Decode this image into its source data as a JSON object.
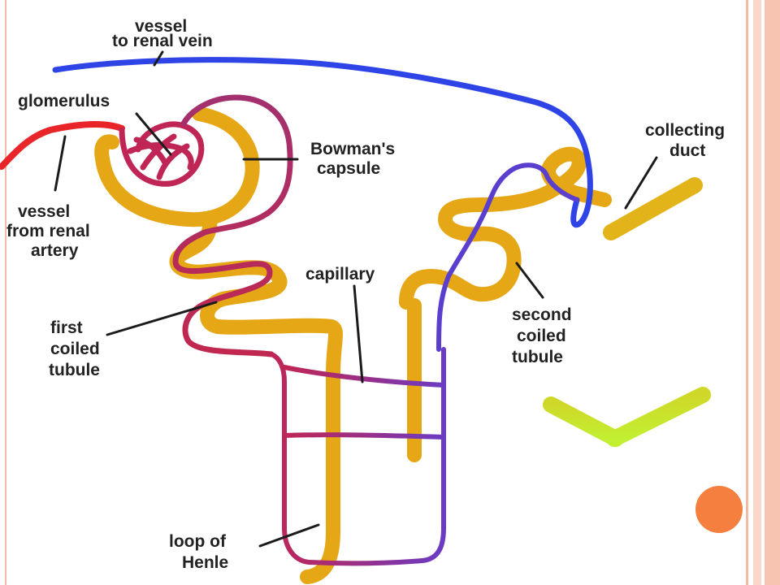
{
  "labels": {
    "vessel_to_renal_vein": [
      "vessel",
      "to renal vein"
    ],
    "glomerulus": "glomerulus",
    "bowmans_capsule": [
      "Bowman's",
      "capsule"
    ],
    "vessel_from_renal_artery": [
      "vessel",
      "from renal",
      "artery"
    ],
    "capillary": "capillary",
    "collecting_duct": [
      "collecting",
      "duct"
    ],
    "second_coiled_tubule": [
      "second",
      "coiled",
      "tubule"
    ],
    "first_coiled_tubule": [
      "first",
      "coiled",
      "tubule"
    ],
    "loop_of_henle": [
      "loop of",
      "Henle"
    ]
  },
  "colors": {
    "tubule": "#e6a716",
    "vein": "#2f44e6",
    "artery": "#e8262a",
    "capillary": "#a0307a",
    "duct_top": "#e8ac18",
    "duct_bottom": "#c8f02e",
    "accent_dot": "#f47f3e"
  }
}
